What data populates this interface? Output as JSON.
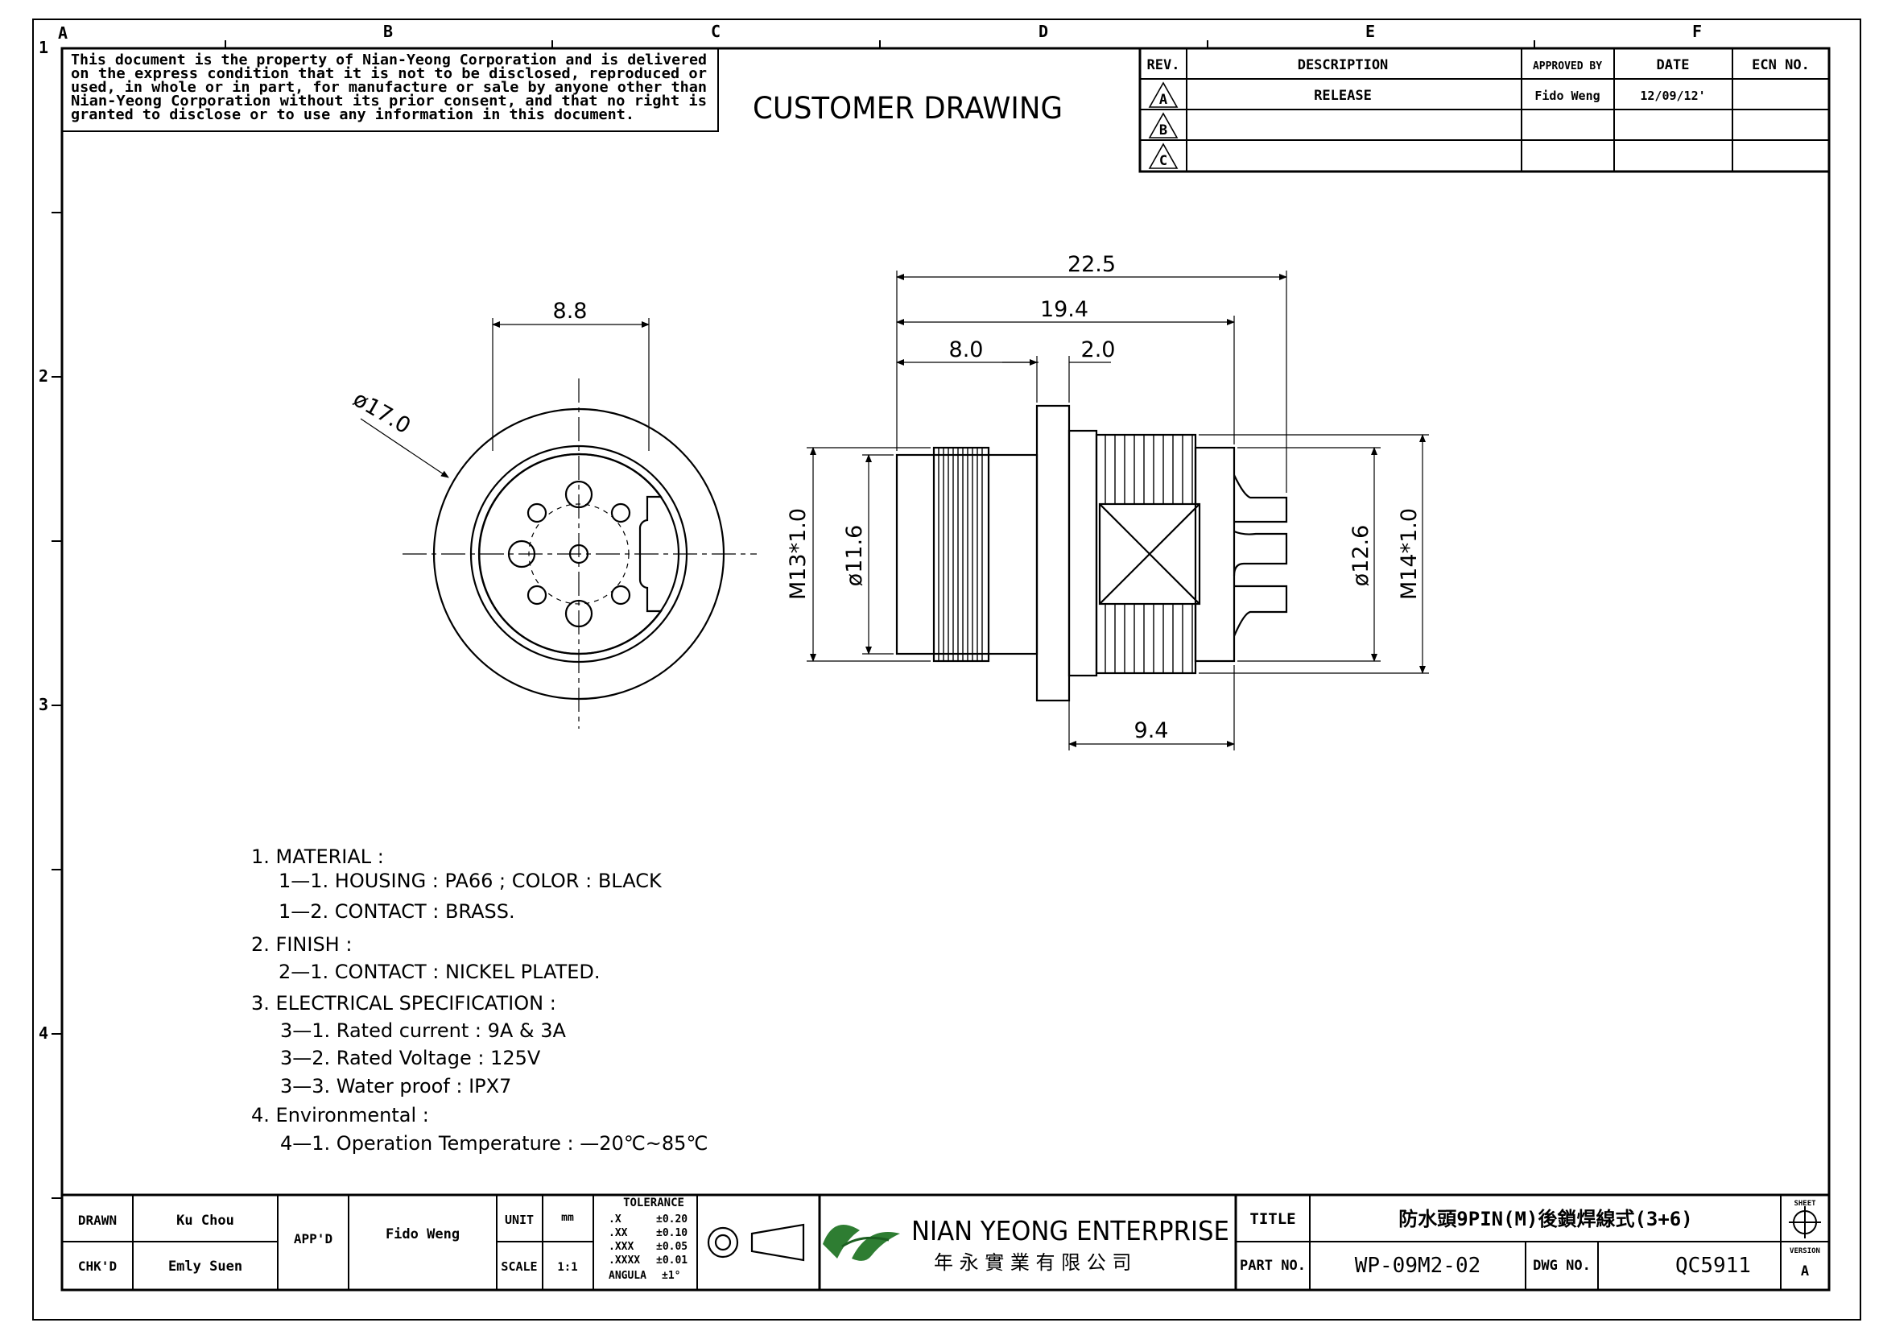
{
  "zone_letters": [
    "A",
    "B",
    "C",
    "D",
    "E",
    "F"
  ],
  "zone_numbers": [
    "1",
    "2",
    "3",
    "4"
  ],
  "notice": [
    "This document is the property of Nian-Yeong Corporation and is delivered",
    "on   the   express condition that it is not to be disclosed, reproduced or",
    "used, in whole or in part, for manufacture or sale by anyone other than",
    "Nian-Yeong Corporation without  its prior consent, and that  no right  is",
    "granted to disclose or to use any information in this  document."
  ],
  "drawing_title": "CUSTOMER  DRAWING",
  "revision_table": {
    "headers": [
      "REV.",
      "DESCRIPTION",
      "APPROVED BY",
      "DATE",
      "ECN NO."
    ],
    "rows": [
      {
        "rev": "A",
        "description": "RELEASE",
        "approved": "Fido Weng",
        "date": "12/09/12'",
        "ecn": ""
      },
      {
        "rev": "B",
        "description": "",
        "approved": "",
        "date": "",
        "ecn": ""
      },
      {
        "rev": "C",
        "description": "",
        "approved": "",
        "date": "",
        "ecn": ""
      }
    ]
  },
  "dimensions": {
    "front_width": "8.8",
    "front_diameter": "ø17.0",
    "overall_length": "22.5",
    "length_to_body": "19.4",
    "front_thread_len": "8.0",
    "flange_thk": "2.0",
    "rear_len": "9.4",
    "front_thread": "M13*1.0",
    "front_dia": "ø11.6",
    "rear_dia": "ø12.6",
    "rear_thread": "M14*1.0"
  },
  "notes": [
    "1.  MATERIAL  :",
    "1—1.  HOUSING  :  PA66  ;  COLOR  :  BLACK",
    "1—2.  CONTACT  :  BRASS.",
    "2.  FINISH  :",
    "2—1.  CONTACT  :  NICKEL  PLATED.",
    "3.  ELECTRICAL  SPECIFICATION  :",
    "3—1.  Rated  current  :  9A    &  3A",
    "3—2.  Rated  Voltage  :  125V",
    "3—3.  Water  proof  :  IPX7",
    "4.  Environmental  :",
    "4—1.  Operation  Temperature  :  —20℃~85℃"
  ],
  "title_block": {
    "drawn_label": "DRAWN",
    "drawn_name": "Ku Chou",
    "chkd_label": "CHK'D",
    "chkd_name": "Emly Suen",
    "appd_label": "APP'D",
    "appd_name": "Fido Weng",
    "unit_label": "UNIT",
    "unit_value": "mm",
    "scale_label": "SCALE",
    "scale_value": "1:1",
    "tolerance_title": "TOLERANCE",
    "tolerances": [
      {
        "k": ".X",
        "v": "±0.20"
      },
      {
        "k": ".XX",
        "v": "±0.10"
      },
      {
        "k": ".XXX",
        "v": "±0.05"
      },
      {
        "k": ".XXXX",
        "v": "±0.01"
      },
      {
        "k": "ANGULA",
        "v": "±1°"
      }
    ],
    "company_name": "NIAN YEONG ENTERPRISE",
    "company_chinese": "年 永 實 業 有 限 公 司",
    "title_label": "TITLE",
    "title_value": "防水頭9PIN(M)後鎖焊線式(3+6)",
    "part_label": "PART NO.",
    "part_value": "WP-09M2-02",
    "dwg_label": "DWG NO.",
    "dwg_value": "QC5911",
    "sheet_label": "SHEET",
    "version_label": "VERSION",
    "version_value": "A"
  },
  "colors": {
    "ink": "#000000",
    "logo_green": "#2e7d32"
  }
}
